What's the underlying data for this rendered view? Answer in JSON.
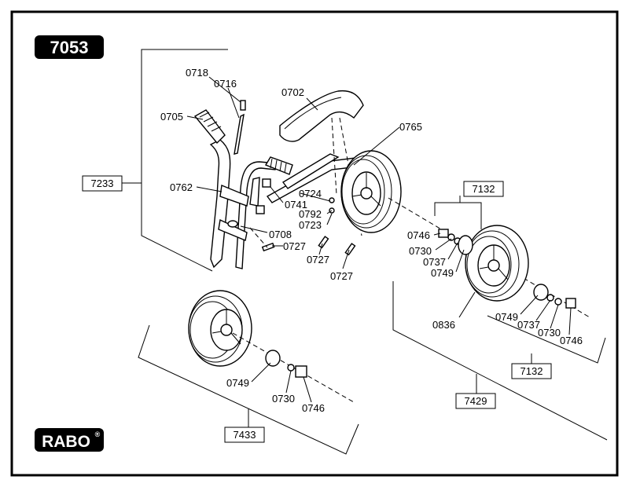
{
  "model_number": "7053",
  "brand": "RABO",
  "brand_mark": "®",
  "assemblies": {
    "frame_group": "7233",
    "rear_right_hub": "7132",
    "rear_right_hub_lower": "7132",
    "rear_wheel_group": "7429",
    "front_wheel_group": "7433"
  },
  "parts": {
    "p0718": "0718",
    "p0716": "0716",
    "p0702": "0702",
    "p0705": "0705",
    "p0765": "0765",
    "p0762": "0762",
    "p0724": "0724",
    "p0741": "0741",
    "p0792": "0792",
    "p0723": "0723",
    "p0708": "0708",
    "p0727a": "0727",
    "p0727b": "0727",
    "p0727c": "0727",
    "p0746a": "0746",
    "p0730a": "0730",
    "p0737a": "0737",
    "p0749a": "0749",
    "p0836": "0836",
    "p0749b": "0749",
    "p0737b": "0737",
    "p0730b": "0730",
    "p0746b": "0746",
    "p0749c": "0749",
    "p0730c": "0730",
    "p0746c": "0746"
  }
}
